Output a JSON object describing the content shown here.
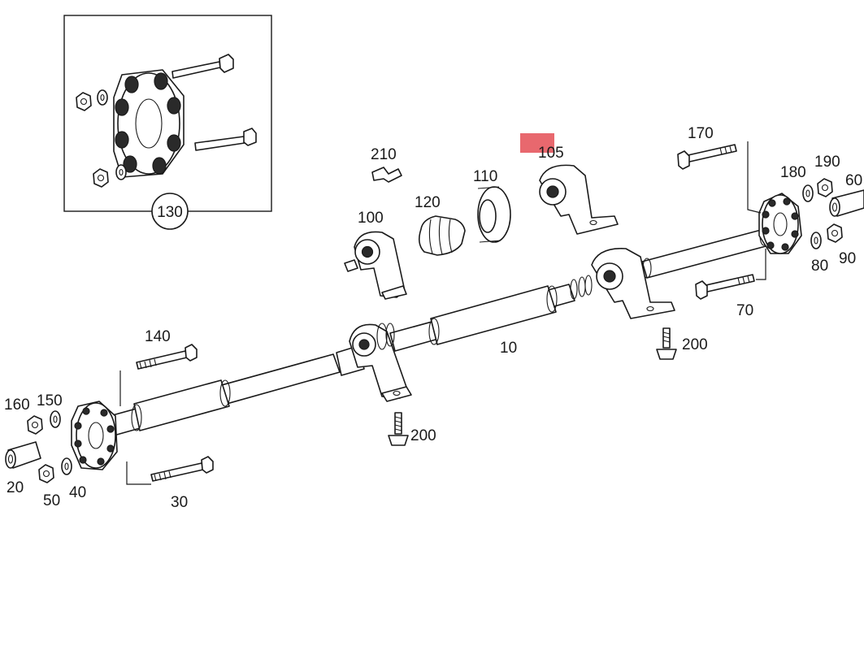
{
  "highlight_color": "#e8686e",
  "inset": {
    "callout": "130"
  },
  "labels": {
    "l10": "10",
    "l20": "20",
    "l30": "30",
    "l40": "40",
    "l50": "50",
    "l60": "60",
    "l70": "70",
    "l80": "80",
    "l90": "90",
    "l100": "100",
    "l105": "105",
    "l110": "110",
    "l120": "120",
    "l140": "140",
    "l150": "150",
    "l160": "160",
    "l170": "170",
    "l180": "180",
    "l190": "190",
    "l200a": "200",
    "l200b": "200",
    "l210": "210"
  }
}
